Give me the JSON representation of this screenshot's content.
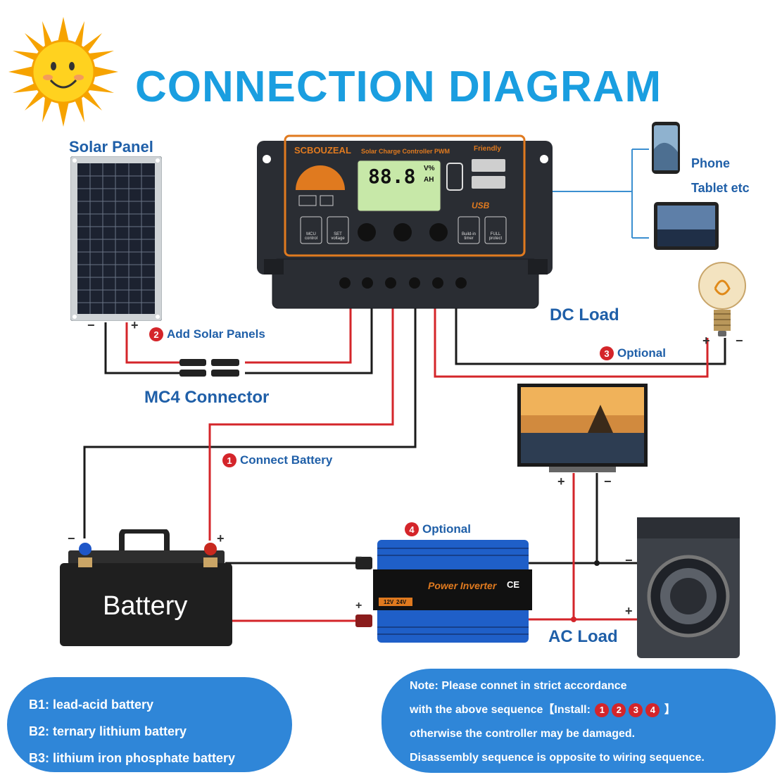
{
  "title": "CONNECTION DIAGRAM",
  "labels": {
    "solar_panel": "Solar Panel",
    "mc4": "MC4 Connector",
    "dc_load": "DC Load",
    "ac_load": "AC Load",
    "phone": "Phone",
    "tablet": "Tablet etc",
    "battery": "Battery"
  },
  "steps": {
    "s1": {
      "num": "1",
      "text": "Connect Battery"
    },
    "s2": {
      "num": "2",
      "text": "Add Solar Panels"
    },
    "s3": {
      "num": "3",
      "text": "Optional"
    },
    "s4": {
      "num": "4",
      "text": "Optional"
    }
  },
  "controller": {
    "brand": "SCBOUZEAL",
    "model": "Solar Charge Controller PWM",
    "friendly": "Friendly",
    "display": "88.8",
    "unit_top": "V%",
    "unit_bottom": "AH",
    "usb": "USB",
    "btn_mcu": "MCU control",
    "btn_set": "SET voltage",
    "btn_timer": "Build-in timer",
    "btn_protect": "FULL protect"
  },
  "inverter": {
    "title": "Power Inverter",
    "ce": "CE",
    "v12": "12V",
    "v24": "24V"
  },
  "polarity": {
    "plus": "+",
    "minus": "−"
  },
  "batteries": {
    "b1": "B1: lead-acid battery",
    "b2": "B2: ternary lithium battery",
    "b3": "B3: lithium iron phosphate battery"
  },
  "note": {
    "line1": "Note: Please connet in strict accordance",
    "line2a": "with the above sequence【Install:",
    "n1": "1",
    "n2": "2",
    "n3": "3",
    "n4": "4",
    "line2b": "】",
    "line3": "otherwise the controller may be damaged.",
    "line4": "Disassembly sequence is opposite to wiring sequence."
  },
  "colors": {
    "accent": "#1a9ee0",
    "label": "#1f5fa8",
    "wire_red": "#d4252a",
    "wire_black": "#1a1a1a",
    "pill": "#2f86d8",
    "controller_orange": "#e07a1f"
  }
}
